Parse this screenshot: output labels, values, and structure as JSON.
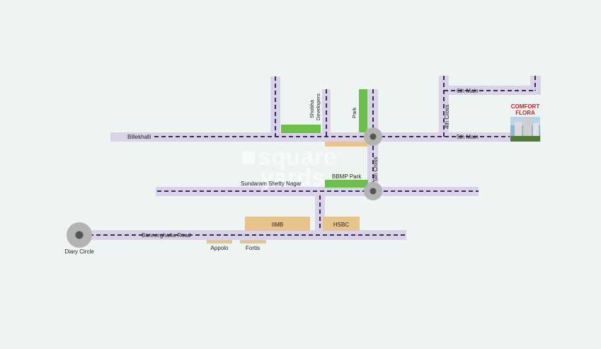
{
  "colors": {
    "background": "#eef4f1",
    "road": "#d9d2e9",
    "road_dash": "#3d2d55",
    "park": "#6cc04a",
    "landmark": "#e8c48d",
    "junction": "#b3b3b3",
    "junction_core": "#555555",
    "brand_text": "#c0202a"
  },
  "roads": {
    "billekhalli": "Billekhalli",
    "fifth_main": "5th Main",
    "sixth_main": "6th Main",
    "fourth_cross": "4th Cross",
    "fifth_cross": "5th Cross",
    "sundaram_shetty_nagar": "Sundaram Shetty Nagar",
    "bannerghatta_road": "Bannerghatta Road"
  },
  "places": {
    "shobha_line1": "Shobha",
    "shobha_line2": "Developers",
    "park": "Park",
    "bbmp_park": "BBMP Park",
    "iimb": "IIMB",
    "hsbc": "HSBC",
    "appolo": "Appolo",
    "fortis": "Fortis",
    "diary_circle": "Diary Circle"
  },
  "project": {
    "name_line1": "COMFORT",
    "name_line2": "FLORA",
    "icon": "building-icon"
  },
  "watermark": {
    "line1": "square",
    "line2": "yards",
    "icon": "square-logo-icon"
  }
}
